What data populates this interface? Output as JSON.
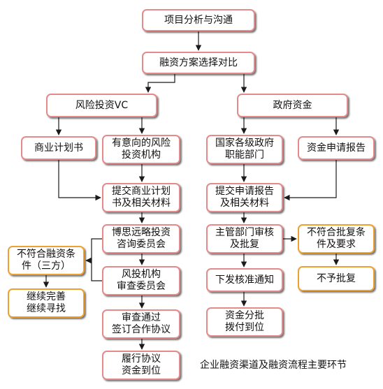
{
  "colors": {
    "box_border": "#e48a8a",
    "box_border_highlight": "#f0a030",
    "line": "#1a1a1a"
  },
  "nodes": {
    "n1": "项目分析与沟通",
    "n2": "融资方案选择对比",
    "vc": "风险投资VC",
    "gov": "政府资金",
    "bp": "商业计划书",
    "inv": "有意向的风险\n投资机构",
    "agency": "国家各级政府\n职能部门",
    "apply": "资金申请报告",
    "submit_bp": "提交商业计划\n书及相关材料",
    "submit_apply": "提交申请报告\n及相关材料",
    "consult": "博思远略投资\n咨询委员会",
    "review": "主管部门审核\n及批复",
    "notfit_fin": "不符合融资条\n件（三方）",
    "notfit_appr": "不符合批复条\n件及要求",
    "vc_review": "风投机构\n审查委员会",
    "notice": "下发核准通知",
    "improve": "继续完善\n继续寻找",
    "reject": "不予批复",
    "sign": "审查通过\n签订合作协议",
    "alloc": "资金分批\n拨付到位",
    "fulfill": "履行协议\n资金到位"
  },
  "caption": "企业融资渠道及融资流程主要环节"
}
